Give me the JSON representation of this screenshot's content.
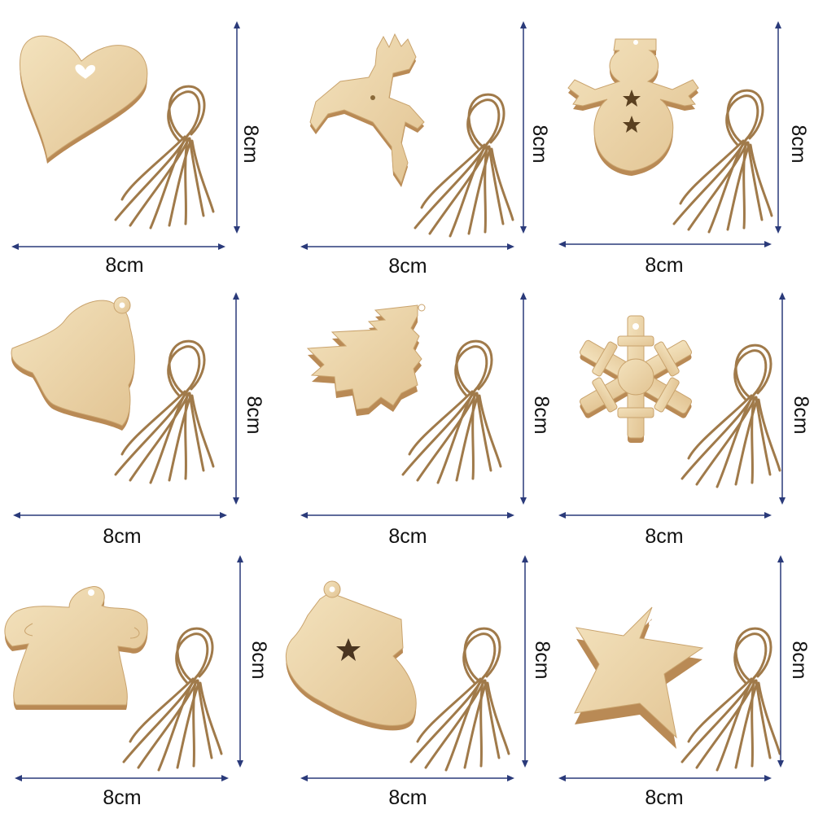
{
  "colors": {
    "wood_face": "#ead3a6",
    "wood_edge": "#b98a55",
    "twine": "#a07a4a",
    "arrow": "#2a3a7a"
  },
  "ornaments": [
    {
      "shape": "heart-icon",
      "width_label": "8cm",
      "height_label": "8cm"
    },
    {
      "shape": "reindeer-icon",
      "width_label": "8cm",
      "height_label": "8cm"
    },
    {
      "shape": "snowman-icon",
      "width_label": "8cm",
      "height_label": "8cm"
    },
    {
      "shape": "bell-icon",
      "width_label": "8cm",
      "height_label": "8cm"
    },
    {
      "shape": "christmas-tree-icon",
      "width_label": "8cm",
      "height_label": "8cm"
    },
    {
      "shape": "snowflake-icon",
      "width_label": "8cm",
      "height_label": "8cm"
    },
    {
      "shape": "angel-icon",
      "width_label": "8cm",
      "height_label": "8cm"
    },
    {
      "shape": "stocking-icon",
      "width_label": "8cm",
      "height_label": "8cm"
    },
    {
      "shape": "star-icon",
      "width_label": "8cm",
      "height_label": "8cm"
    }
  ]
}
